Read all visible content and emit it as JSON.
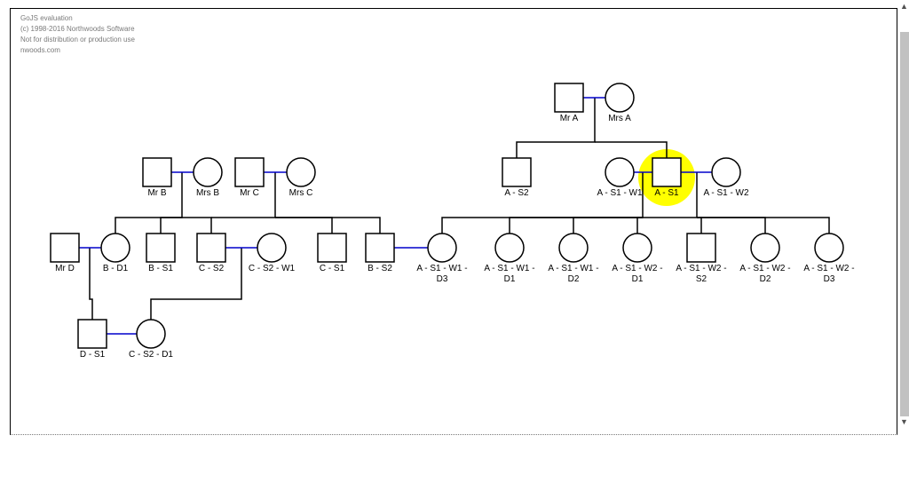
{
  "notice": {
    "line1": "GoJS evaluation",
    "line2": "(c) 1998-2016 Northwoods Software",
    "line3": "Not for distribution or production use",
    "line4": "nwoods.com"
  },
  "colors": {
    "link": "#000000",
    "marriage_link": "#0000cc",
    "highlight": "#ffff00",
    "notice_text": "#7a7a7a"
  },
  "selected_person": "A - S1",
  "people": [
    {
      "id": "mrA",
      "name": "Mr A",
      "sex": "M"
    },
    {
      "id": "mrsA",
      "name": "Mrs A",
      "sex": "F"
    },
    {
      "id": "aS2",
      "name": "A - S2",
      "sex": "M"
    },
    {
      "id": "aS1W1",
      "name": "A - S1 - W1",
      "sex": "F"
    },
    {
      "id": "aS1",
      "name": "A - S1",
      "sex": "M"
    },
    {
      "id": "aS1W2",
      "name": "A - S1 - W2",
      "sex": "F"
    },
    {
      "id": "mrB",
      "name": "Mr B",
      "sex": "M"
    },
    {
      "id": "mrsB",
      "name": "Mrs B",
      "sex": "F"
    },
    {
      "id": "mrC",
      "name": "Mr C",
      "sex": "M"
    },
    {
      "id": "mrsC",
      "name": "Mrs C",
      "sex": "F"
    },
    {
      "id": "mrD",
      "name": "Mr D",
      "sex": "M"
    },
    {
      "id": "bD1",
      "name": "B - D1",
      "sex": "F"
    },
    {
      "id": "bS1",
      "name": "B - S1",
      "sex": "M"
    },
    {
      "id": "cS2",
      "name": "C - S2",
      "sex": "M"
    },
    {
      "id": "cS2W1",
      "name": "C - S2 - W1",
      "sex": "F"
    },
    {
      "id": "cS1",
      "name": "C - S1",
      "sex": "M"
    },
    {
      "id": "bS2",
      "name": "B - S2",
      "sex": "M"
    },
    {
      "id": "aS1W1D3",
      "name": "A - S1 - W1 - D3",
      "sex": "F"
    },
    {
      "id": "aS1W1D1",
      "name": "A - S1 - W1 - D1",
      "sex": "F"
    },
    {
      "id": "aS1W1D2",
      "name": "A - S1 - W1 - D2",
      "sex": "F"
    },
    {
      "id": "aS1W2D1",
      "name": "A - S1 - W2 - D1",
      "sex": "F"
    },
    {
      "id": "aS1W2S2",
      "name": "A - S1 - W2 - S2",
      "sex": "M"
    },
    {
      "id": "aS1W2D2",
      "name": "A - S1 - W2 - D2",
      "sex": "F"
    },
    {
      "id": "aS1W2D3",
      "name": "A - S1 - W2 - D3",
      "sex": "F"
    },
    {
      "id": "dS1",
      "name": "D - S1",
      "sex": "M"
    },
    {
      "id": "cS2D1",
      "name": "C - S2 - D1",
      "sex": "F"
    }
  ],
  "marriages": [
    [
      "mrA",
      "mrsA"
    ],
    [
      "aS1W1",
      "aS1"
    ],
    [
      "aS1",
      "aS1W2"
    ],
    [
      "mrB",
      "mrsB"
    ],
    [
      "mrC",
      "mrsC"
    ],
    [
      "mrD",
      "bD1"
    ],
    [
      "cS2",
      "cS2W1"
    ],
    [
      "bS2",
      "aS1W1D3"
    ],
    [
      "dS1",
      "cS2D1"
    ]
  ]
}
